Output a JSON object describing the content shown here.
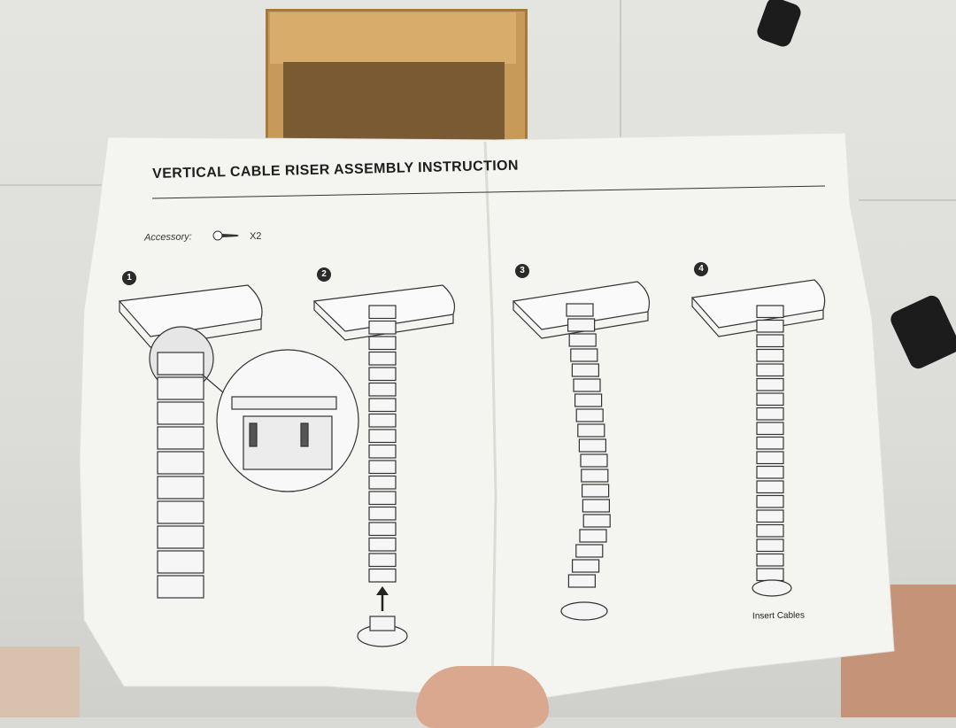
{
  "manual": {
    "title": "VERTICAL CABLE RISER ASSEMBLY INSTRUCTION",
    "accessory_label": "Accessory:",
    "accessory_qty": "X2",
    "accessory_icon": "screw-icon",
    "steps": [
      {
        "number": "1"
      },
      {
        "number": "2"
      },
      {
        "number": "3"
      },
      {
        "number": "4",
        "caption": "Insert Cables"
      }
    ]
  },
  "colors": {
    "paper": "#f4f4f1",
    "ink": "#1e1e1e",
    "cardboard": "#c79a5a"
  }
}
